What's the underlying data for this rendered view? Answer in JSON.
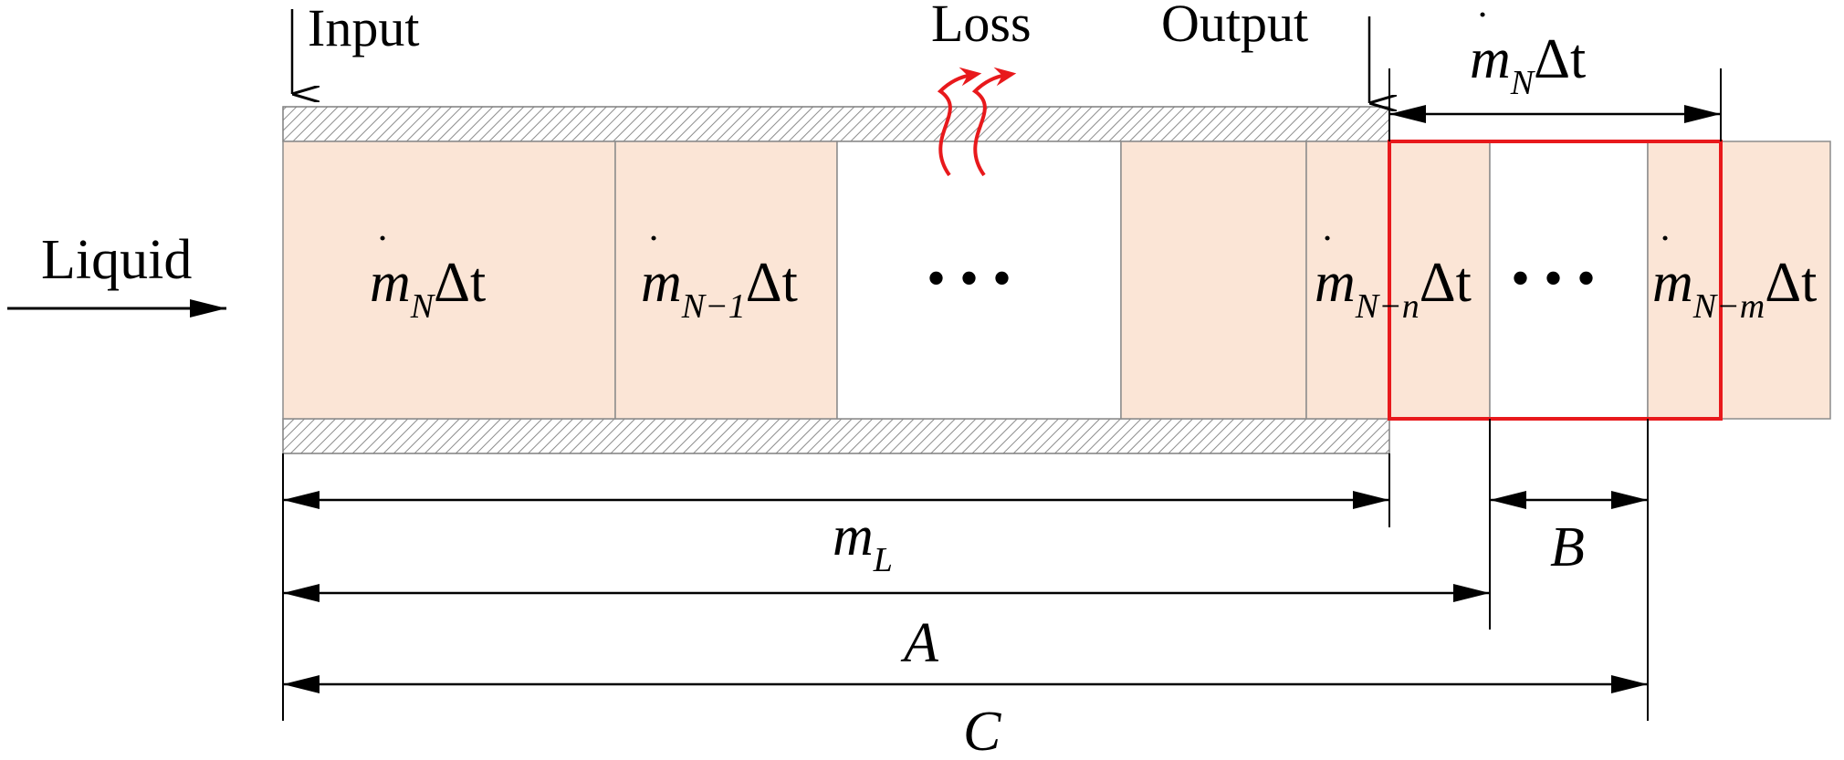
{
  "labels": {
    "input": "Input",
    "output": "Output",
    "loss": "Loss",
    "liquid": "Liquid"
  },
  "segments": [
    {
      "var": "m",
      "sub": "N",
      "tail": "Δt",
      "fill": "#FBE5D6"
    },
    {
      "var": "m",
      "sub": "N−1",
      "tail": "Δt",
      "fill": "#FBE5D6"
    },
    {
      "var": "",
      "sub": "",
      "tail": "",
      "dots": "• • •",
      "fill": "#FFFFFF"
    },
    {
      "var": "",
      "sub": "",
      "tail": "",
      "fill": "#FBE5D6"
    },
    {
      "var": "m",
      "sub": "N−n",
      "tail": "Δt",
      "fill": "#FBE5D6"
    },
    {
      "var": "",
      "sub": "",
      "tail": "",
      "dots": "• • •",
      "fill": "#FFFFFF"
    },
    {
      "var": "m",
      "sub": "N−m",
      "tail": "Δt",
      "fill": "#FBE5D6"
    }
  ],
  "top_dimension": {
    "var": "m",
    "sub": "N",
    "tail": "Δt"
  },
  "dimensions": {
    "mL": {
      "var": "m",
      "sub": "L"
    },
    "A": "A",
    "B": "B",
    "C": "C"
  },
  "colors": {
    "segment_fill": "#FBE5D6",
    "highlight": "#E8191C",
    "loss_arrow": "#E8191C",
    "wall_stroke": "#7F7F7F"
  }
}
